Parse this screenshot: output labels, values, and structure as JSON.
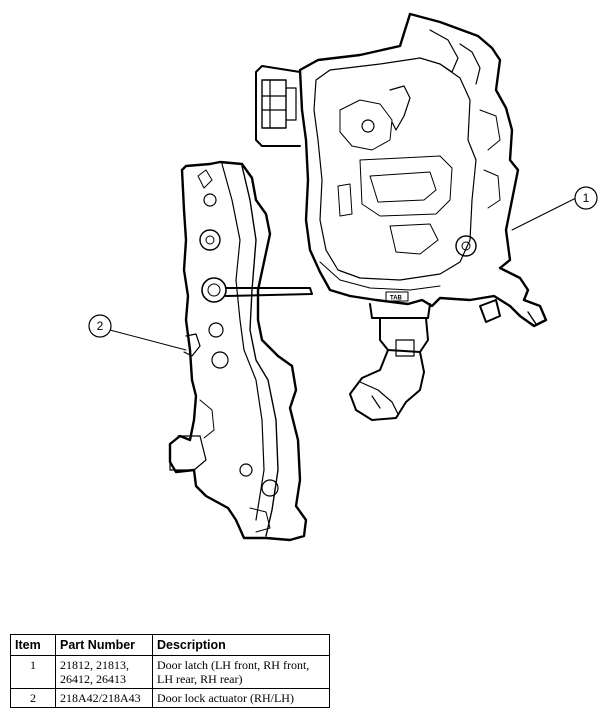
{
  "figure": {
    "callouts": [
      "1",
      "2"
    ],
    "latch_tab_label": "TAB"
  },
  "table": {
    "headers": {
      "item": "Item",
      "part_number": "Part Number",
      "description": "Description"
    },
    "rows": [
      {
        "item": "1",
        "part_number": "21812, 21813, 26412, 26413",
        "description": "Door latch (LH front, RH front, LH rear, RH rear)"
      },
      {
        "item": "2",
        "part_number": "218A42/218A43",
        "description": "Door lock actuator (RH/LH)"
      }
    ]
  },
  "colors": {
    "line": "#000000",
    "background": "#ffffff"
  }
}
